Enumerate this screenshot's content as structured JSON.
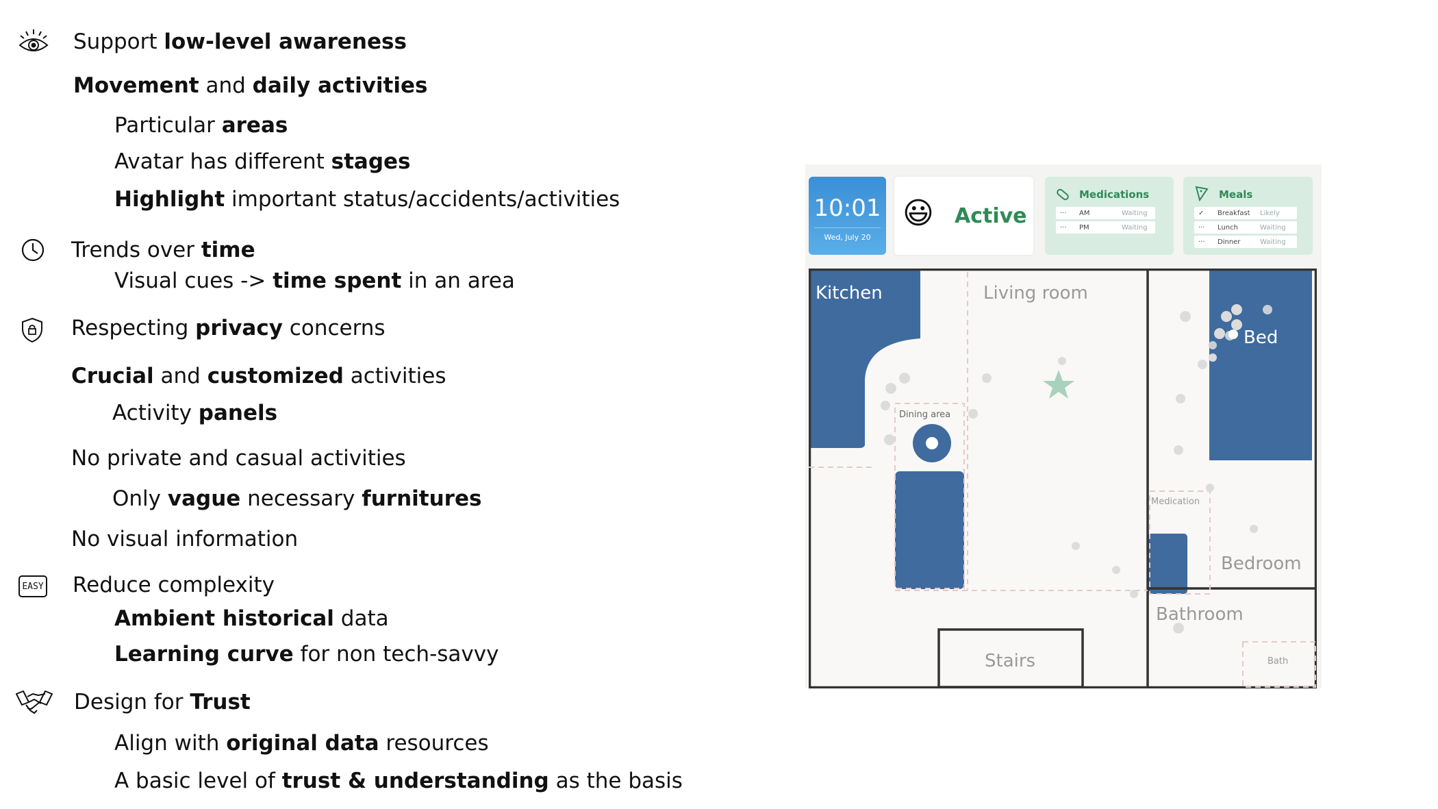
{
  "left": {
    "sections": [
      {
        "icon": "eye-icon",
        "parts": [
          {
            "t": "Support ",
            "b": false
          },
          {
            "t": "low-level awareness",
            "b": true
          }
        ]
      },
      {
        "parts": [
          {
            "t": "Movement",
            "b": true
          },
          {
            "t": " and ",
            "b": false
          },
          {
            "t": "daily activities",
            "b": true
          }
        ]
      },
      {
        "parts": [
          {
            "t": "Particular ",
            "b": false
          },
          {
            "t": "areas",
            "b": true
          }
        ]
      },
      {
        "parts": [
          {
            "t": "Avatar has different ",
            "b": false
          },
          {
            "t": "stages",
            "b": true
          }
        ]
      },
      {
        "parts": [
          {
            "t": "Highlight",
            "b": true
          },
          {
            "t": " important status/accidents/activities",
            "b": false
          }
        ]
      },
      {
        "icon": "clock-icon",
        "parts": [
          {
            "t": "Trends over ",
            "b": false
          },
          {
            "t": "time",
            "b": true
          }
        ]
      },
      {
        "parts": [
          {
            "t": "Visual cues -> ",
            "b": false
          },
          {
            "t": "time spent",
            "b": true
          },
          {
            "t": " in an area",
            "b": false
          }
        ]
      },
      {
        "icon": "shield-lock-icon",
        "parts": [
          {
            "t": "Respecting ",
            "b": false
          },
          {
            "t": "privacy",
            "b": true
          },
          {
            "t": " concerns",
            "b": false
          }
        ]
      },
      {
        "parts": [
          {
            "t": "Crucial",
            "b": true
          },
          {
            "t": " and ",
            "b": false
          },
          {
            "t": "customized",
            "b": true
          },
          {
            "t": " activities",
            "b": false
          }
        ]
      },
      {
        "parts": [
          {
            "t": "Activity ",
            "b": false
          },
          {
            "t": "panels",
            "b": true
          }
        ]
      },
      {
        "parts": [
          {
            "t": "No private and casual activities",
            "b": false
          }
        ]
      },
      {
        "parts": [
          {
            "t": "Only ",
            "b": false
          },
          {
            "t": "vague",
            "b": true
          },
          {
            "t": " necessary ",
            "b": false
          },
          {
            "t": "furnitures",
            "b": true
          }
        ]
      },
      {
        "parts": [
          {
            "t": "No visual information",
            "b": false
          }
        ]
      },
      {
        "icon": "easy-icon",
        "parts": [
          {
            "t": "Reduce complexity",
            "b": false
          }
        ]
      },
      {
        "parts": [
          {
            "t": "Ambient historical",
            "b": true
          },
          {
            "t": " data",
            "b": false
          }
        ]
      },
      {
        "parts": [
          {
            "t": "Learning curve",
            "b": true
          },
          {
            "t": " for non tech-savvy",
            "b": false
          }
        ]
      },
      {
        "icon": "handshake-icon",
        "parts": [
          {
            "t": "Design for ",
            "b": false
          },
          {
            "t": "Trust",
            "b": true
          }
        ]
      },
      {
        "parts": [
          {
            "t": "Align with ",
            "b": false
          },
          {
            "t": "original data",
            "b": true
          },
          {
            "t": " resources",
            "b": false
          }
        ]
      },
      {
        "parts": [
          {
            "t": "A basic level of ",
            "b": false
          },
          {
            "t": "trust & understanding",
            "b": true
          },
          {
            "t": " as the basis",
            "b": false
          }
        ]
      }
    ],
    "easy_icon_text": "EASY"
  },
  "panel": {
    "clock": {
      "time": "10:01",
      "date": "Wed, July 20"
    },
    "status": {
      "emoji": "😃",
      "label": "Active"
    },
    "medications": {
      "title": "Medications",
      "rows": [
        {
          "mark": "···",
          "label": "AM",
          "status": "Waiting"
        },
        {
          "mark": "···",
          "label": "PM",
          "status": "Waiting"
        }
      ]
    },
    "meals": {
      "title": "Meals",
      "rows": [
        {
          "mark": "✓",
          "label": "Breakfast",
          "status": "Likely"
        },
        {
          "mark": "···",
          "label": "Lunch",
          "status": "Waiting"
        },
        {
          "mark": "···",
          "label": "Dinner",
          "status": "Waiting"
        }
      ]
    },
    "rooms": {
      "kitchen": "Kitchen",
      "living": "Living room",
      "bed": "Bed",
      "dining": "Dining area",
      "medication": "Medication",
      "bedroom": "Bedroom",
      "bathroom": "Bathroom",
      "stairs": "Stairs",
      "bath": "Bath"
    },
    "colors": {
      "furniture": "#3f6b9e",
      "accent": "#2f8a56",
      "star": "#a9d1bd"
    }
  }
}
